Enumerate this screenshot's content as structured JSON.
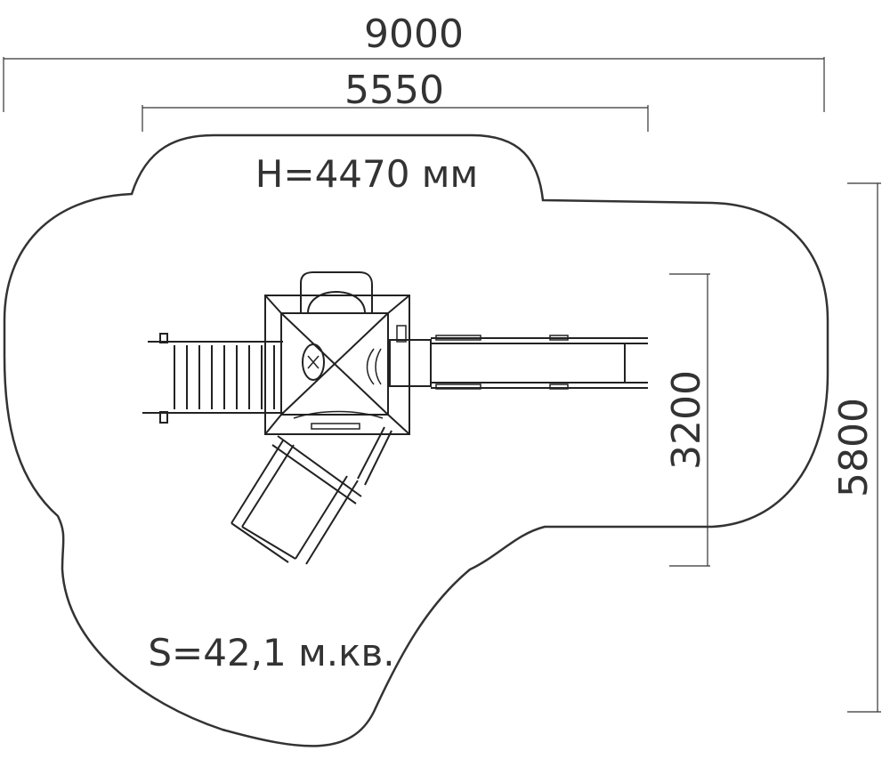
{
  "dimensions": {
    "overall_width": "9000",
    "structure_width": "5550",
    "structure_depth": "3200",
    "overall_depth": "5800"
  },
  "labels": {
    "height": "H=4470 мм",
    "area": "S=42,1 м.кв."
  },
  "colors": {
    "line": "#333333",
    "background": "#ffffff"
  }
}
